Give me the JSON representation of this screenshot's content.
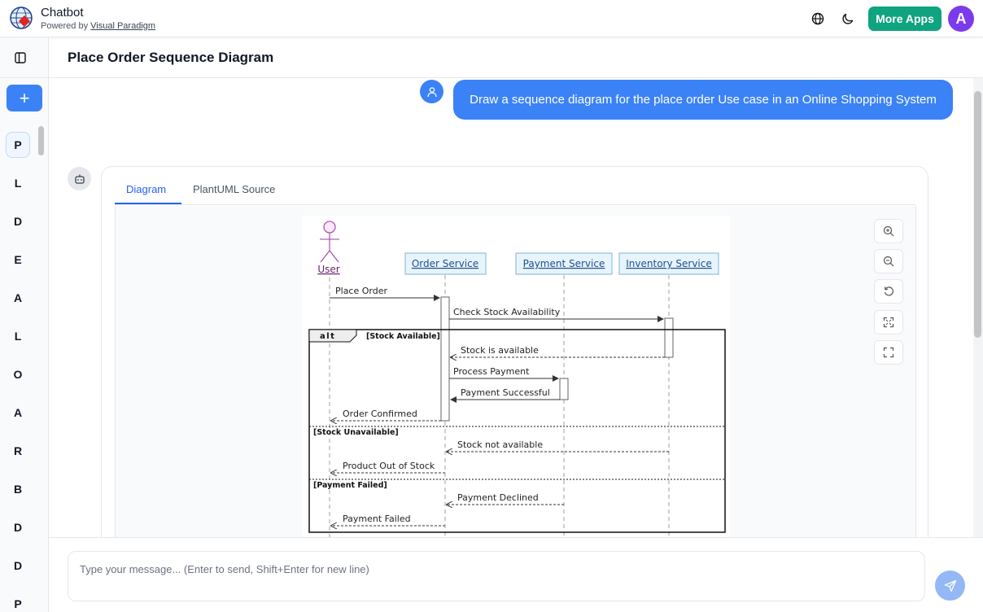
{
  "header": {
    "app_title": "Chatbot",
    "powered_prefix": "Powered by ",
    "powered_link": "Visual Paradigm",
    "more_apps_label": "More Apps",
    "avatar_initial": "A"
  },
  "sidebar": {
    "new_chat_label": "+",
    "items": [
      {
        "label": "P",
        "active": true
      },
      {
        "label": "L"
      },
      {
        "label": "D"
      },
      {
        "label": "E"
      },
      {
        "label": "A"
      },
      {
        "label": "L"
      },
      {
        "label": "O"
      },
      {
        "label": "A"
      },
      {
        "label": "R"
      },
      {
        "label": "B"
      },
      {
        "label": "D"
      },
      {
        "label": "D"
      },
      {
        "label": "P"
      }
    ]
  },
  "main": {
    "page_title": "Place Order Sequence Diagram",
    "user_message": "Draw a sequence diagram for the place order Use case in an Online Shopping System",
    "tabs": [
      {
        "label": "Diagram",
        "active": true
      },
      {
        "label": "PlantUML Source"
      }
    ]
  },
  "diagram": {
    "actor": "User",
    "participants": [
      "Order Service",
      "Payment Service",
      "Inventory Service"
    ],
    "alt_keyword": "alt",
    "guards": [
      "[Stock Available]",
      "[Stock Unavailable]",
      "[Payment Failed]"
    ],
    "messages": [
      "Place Order",
      "Check Stock Availability",
      "Stock is available",
      "Process Payment",
      "Payment Successful",
      "Order Confirmed",
      "Stock not available",
      "Product Out of Stock",
      "Payment Declined",
      "Payment Failed"
    ]
  },
  "input": {
    "placeholder": "Type your message... (Enter to send, Shift+Enter for new line)"
  },
  "colors": {
    "accent": "#3b82f6",
    "more_apps": "#10a37f",
    "avatar": "#7c3aed",
    "participant_fill": "#e8f4fc",
    "participant_border": "#7fb3d5"
  },
  "icons": {
    "theme": "moon-icon",
    "language": "globe-icon",
    "zoom_in": "zoom-in-icon",
    "zoom_out": "zoom-out-icon",
    "reset": "reset-icon",
    "fit": "fit-screen-icon",
    "fullscreen": "fullscreen-icon"
  }
}
